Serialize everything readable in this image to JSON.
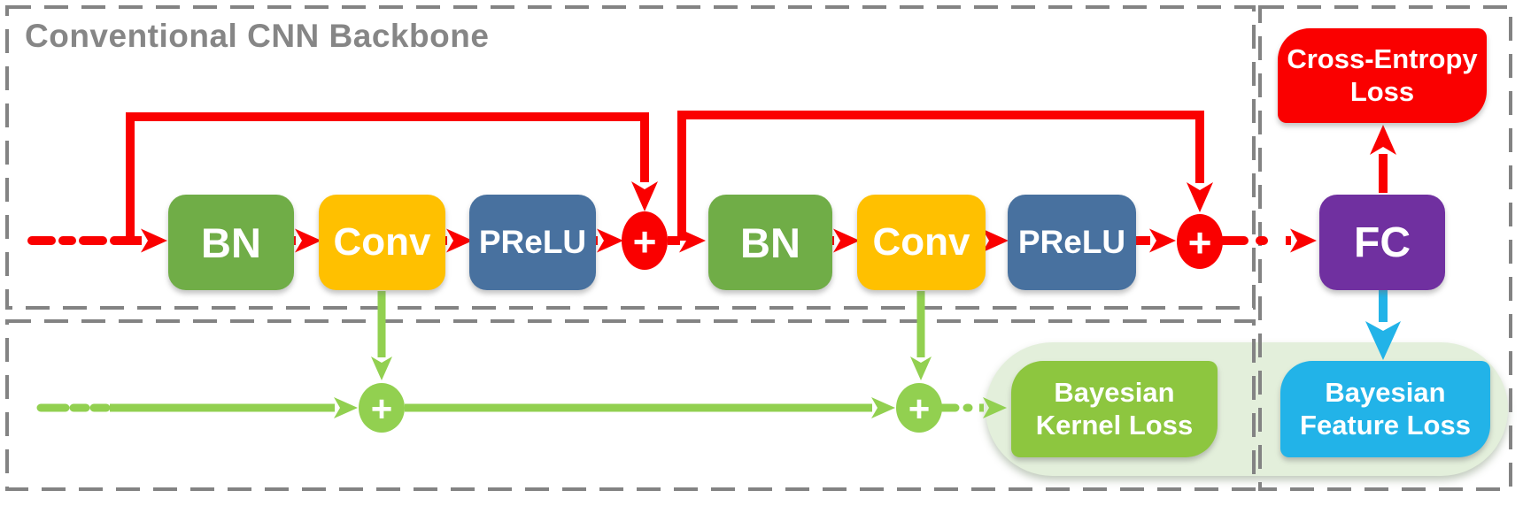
{
  "title": "Conventional CNN Backbone",
  "palette": {
    "arrow_red": "#FA0000",
    "bn_green": "#70AD47",
    "conv_gold": "#FFC000",
    "prelu_blue": "#48719F",
    "fc_purple": "#7030A0",
    "bayes_line_green": "#92D050",
    "kernel_box_green": "#8DC63F",
    "feature_cyan": "#22B3E8",
    "pale_green_bg": "#E3EFDB",
    "panel_border_gray": "#838383",
    "title_gray": "#868686"
  },
  "backbone": {
    "unit1": {
      "bn": "BN",
      "conv": "Conv",
      "prelu": "PReLU",
      "add": "+"
    },
    "unit2": {
      "bn": "BN",
      "conv": "Conv",
      "prelu": "PReLU",
      "add": "+"
    }
  },
  "head": {
    "fc": "FC",
    "cross_entropy_loss": {
      "line1": "Cross-Entropy",
      "line2": "Loss"
    }
  },
  "bayesian": {
    "add1": "+",
    "add2": "+",
    "kernel_loss": {
      "line1": "Bayesian",
      "line2": "Kernel Loss"
    },
    "feature_loss": {
      "line1": "Bayesian",
      "line2": "Feature Loss"
    }
  }
}
